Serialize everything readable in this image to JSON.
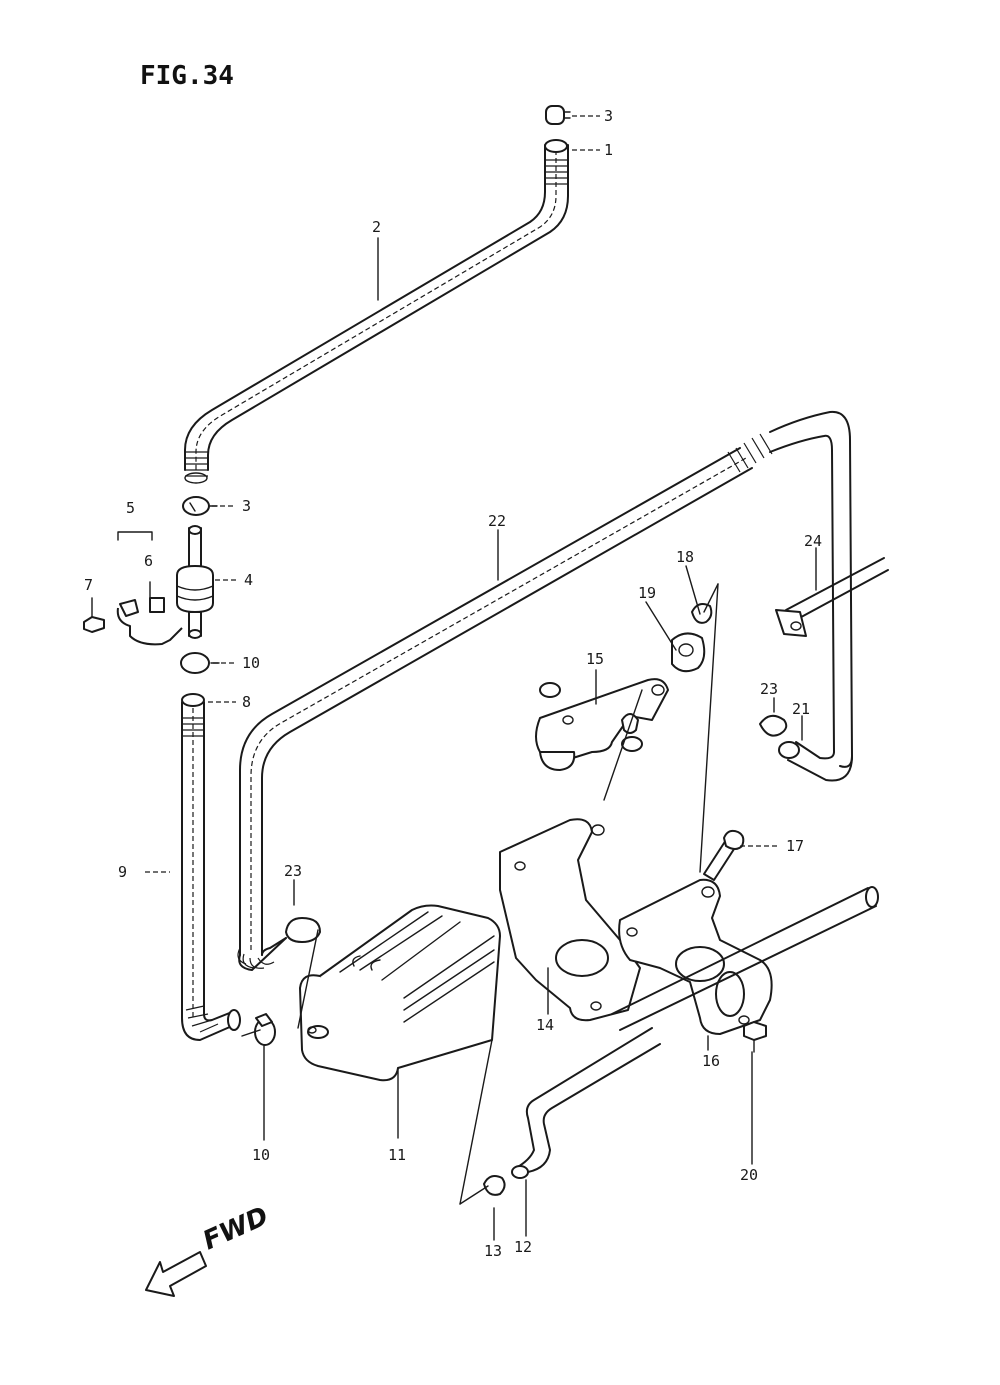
{
  "figure": {
    "title": "FIG.34",
    "direction_label": "FWD"
  },
  "parts": [
    {
      "id": "p3a",
      "number": "3"
    },
    {
      "id": "p1",
      "number": "1"
    },
    {
      "id": "p2",
      "number": "2"
    },
    {
      "id": "p3b",
      "number": "3"
    },
    {
      "id": "p5",
      "number": "5"
    },
    {
      "id": "p6",
      "number": "6"
    },
    {
      "id": "p4",
      "number": "4"
    },
    {
      "id": "p7",
      "number": "7"
    },
    {
      "id": "p10a",
      "number": "10"
    },
    {
      "id": "p8",
      "number": "8"
    },
    {
      "id": "p9",
      "number": "9"
    },
    {
      "id": "p22",
      "number": "22"
    },
    {
      "id": "p18",
      "number": "18"
    },
    {
      "id": "p19",
      "number": "19"
    },
    {
      "id": "p15",
      "number": "15"
    },
    {
      "id": "p24",
      "number": "24"
    },
    {
      "id": "p23a",
      "number": "23"
    },
    {
      "id": "p21",
      "number": "21"
    },
    {
      "id": "p17",
      "number": "17"
    },
    {
      "id": "p23b",
      "number": "23"
    },
    {
      "id": "p14",
      "number": "14"
    },
    {
      "id": "p16",
      "number": "16"
    },
    {
      "id": "p10b",
      "number": "10"
    },
    {
      "id": "p11",
      "number": "11"
    },
    {
      "id": "p20",
      "number": "20"
    },
    {
      "id": "p13",
      "number": "13"
    },
    {
      "id": "p12",
      "number": "12"
    }
  ]
}
